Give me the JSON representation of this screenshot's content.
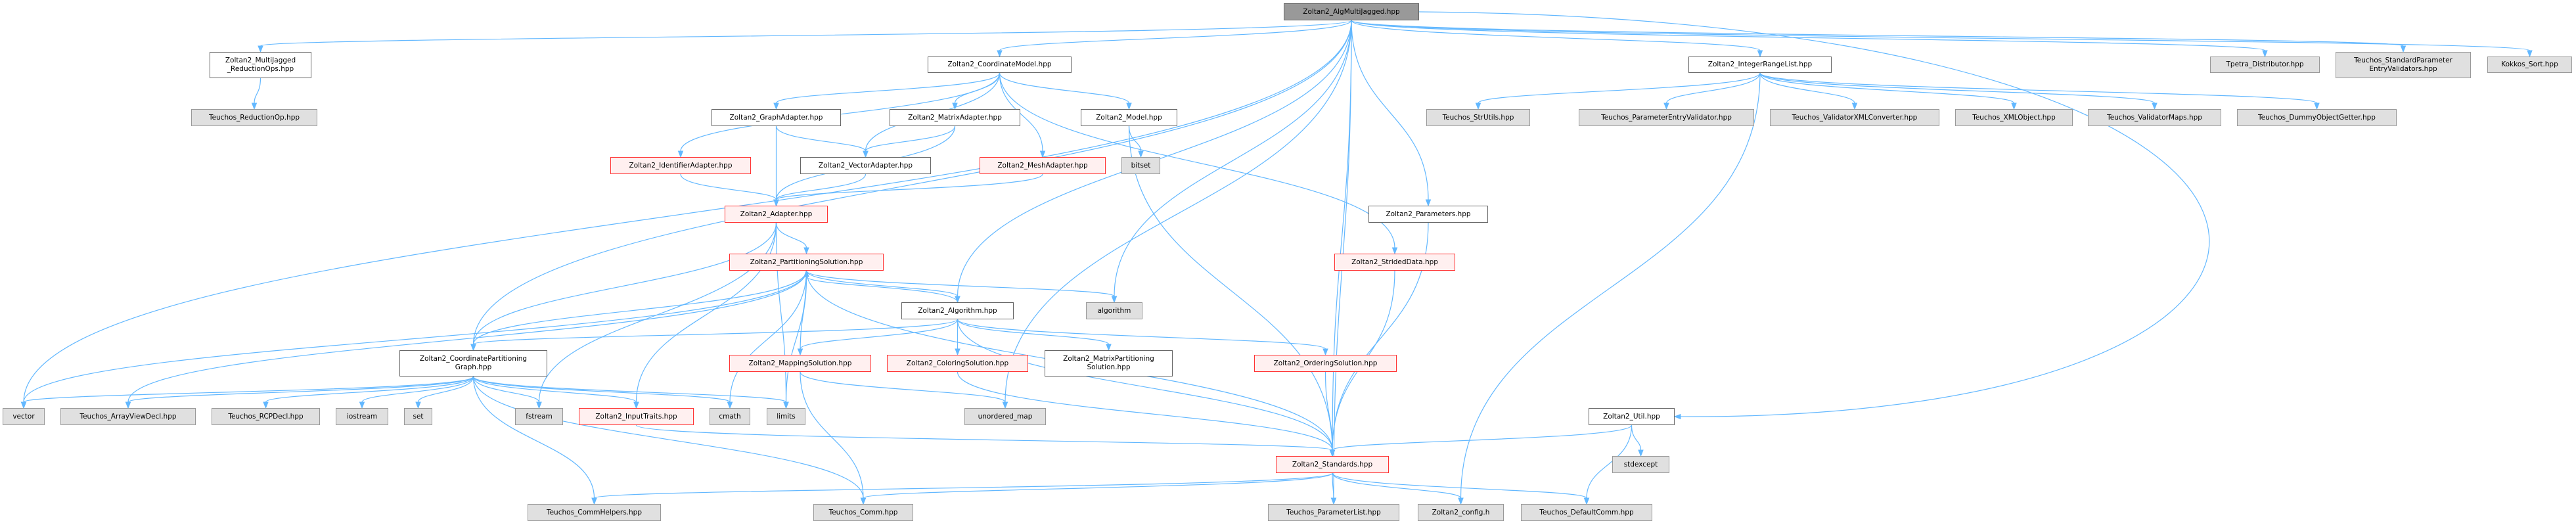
{
  "colors": {
    "edge": "#63b8ff",
    "root_fill": "#999999",
    "red_border": "#ff3333",
    "external_fill": "#e0e0e0"
  },
  "nodes": [
    {
      "id": "root",
      "label": "Zoltan2_AlgMultiJagged.hpp",
      "kind": "root"
    },
    {
      "id": "reductionOps",
      "label": "Zoltan2_MultiJagged\n_ReductionOps.hpp",
      "kind": "plain"
    },
    {
      "id": "reductionOp",
      "label": "Teuchos_ReductionOp.hpp",
      "kind": "ext"
    },
    {
      "id": "coordModel",
      "label": "Zoltan2_CoordinateModel.hpp",
      "kind": "plain"
    },
    {
      "id": "integerRange",
      "label": "Zoltan2_IntegerRangeList.hpp",
      "kind": "plain"
    },
    {
      "id": "tpetra",
      "label": "Tpetra_Distributor.hpp",
      "kind": "ext"
    },
    {
      "id": "stdParam",
      "label": "Teuchos_StandardParameter\nEntryValidators.hpp",
      "kind": "ext"
    },
    {
      "id": "kokkos",
      "label": "Kokkos_Sort.hpp",
      "kind": "ext"
    },
    {
      "id": "graphAdapter",
      "label": "Zoltan2_GraphAdapter.hpp",
      "kind": "plain"
    },
    {
      "id": "matrixAdapter",
      "label": "Zoltan2_MatrixAdapter.hpp",
      "kind": "plain"
    },
    {
      "id": "model",
      "label": "Zoltan2_Model.hpp",
      "kind": "plain"
    },
    {
      "id": "strUtils",
      "label": "Teuchos_StrUtils.hpp",
      "kind": "ext"
    },
    {
      "id": "paramEntryValidator",
      "label": "Teuchos_ParameterEntryValidator.hpp",
      "kind": "ext"
    },
    {
      "id": "validatorXML",
      "label": "Teuchos_ValidatorXMLConverter.hpp",
      "kind": "ext"
    },
    {
      "id": "xmlObject",
      "label": "Teuchos_XMLObject.hpp",
      "kind": "ext"
    },
    {
      "id": "validatorMaps",
      "label": "Teuchos_ValidatorMaps.hpp",
      "kind": "ext"
    },
    {
      "id": "dummy",
      "label": "Teuchos_DummyObjectGetter.hpp",
      "kind": "ext"
    },
    {
      "id": "identifier",
      "label": "Zoltan2_IdentifierAdapter.hpp",
      "kind": "red"
    },
    {
      "id": "vectorAdapter",
      "label": "Zoltan2_VectorAdapter.hpp",
      "kind": "plain"
    },
    {
      "id": "meshAdapter",
      "label": "Zoltan2_MeshAdapter.hpp",
      "kind": "red"
    },
    {
      "id": "bitset",
      "label": "bitset",
      "kind": "ext"
    },
    {
      "id": "adapter",
      "label": "Zoltan2_Adapter.hpp",
      "kind": "red"
    },
    {
      "id": "parameters",
      "label": "Zoltan2_Parameters.hpp",
      "kind": "plain"
    },
    {
      "id": "partSol",
      "label": "Zoltan2_PartitioningSolution.hpp",
      "kind": "red"
    },
    {
      "id": "stridedData",
      "label": "Zoltan2_StridedData.hpp",
      "kind": "red"
    },
    {
      "id": "algorithmStd",
      "label": "algorithm",
      "kind": "ext"
    },
    {
      "id": "algorithmHpp",
      "label": "Zoltan2_Algorithm.hpp",
      "kind": "plain"
    },
    {
      "id": "coordPartGraph",
      "label": "Zoltan2_CoordinatePartitioning\nGraph.hpp",
      "kind": "plain"
    },
    {
      "id": "mapping",
      "label": "Zoltan2_MappingSolution.hpp",
      "kind": "red"
    },
    {
      "id": "coloring",
      "label": "Zoltan2_ColoringSolution.hpp",
      "kind": "red"
    },
    {
      "id": "matrixPart",
      "label": "Zoltan2_MatrixPartitioning\nSolution.hpp",
      "kind": "plain"
    },
    {
      "id": "ordering",
      "label": "Zoltan2_OrderingSolution.hpp",
      "kind": "red"
    },
    {
      "id": "vector",
      "label": "vector",
      "kind": "ext"
    },
    {
      "id": "arrayView",
      "label": "Teuchos_ArrayViewDecl.hpp",
      "kind": "ext"
    },
    {
      "id": "rcp",
      "label": "Teuchos_RCPDecl.hpp",
      "kind": "ext"
    },
    {
      "id": "iostream",
      "label": "iostream",
      "kind": "ext"
    },
    {
      "id": "set",
      "label": "set",
      "kind": "ext"
    },
    {
      "id": "fstream",
      "label": "fstream",
      "kind": "ext"
    },
    {
      "id": "inputTraits",
      "label": "Zoltan2_InputTraits.hpp",
      "kind": "red"
    },
    {
      "id": "cmath",
      "label": "cmath",
      "kind": "ext"
    },
    {
      "id": "limits",
      "label": "limits",
      "kind": "ext"
    },
    {
      "id": "unorderedMap",
      "label": "unordered_map",
      "kind": "ext"
    },
    {
      "id": "util",
      "label": "Zoltan2_Util.hpp",
      "kind": "plain"
    },
    {
      "id": "standards",
      "label": "Zoltan2_Standards.hpp",
      "kind": "red"
    },
    {
      "id": "stdexcept",
      "label": "stdexcept",
      "kind": "ext"
    },
    {
      "id": "commHelpers",
      "label": "Teuchos_CommHelpers.hpp",
      "kind": "ext"
    },
    {
      "id": "teuchosComm",
      "label": "Teuchos_Comm.hpp",
      "kind": "ext"
    },
    {
      "id": "paramList",
      "label": "Teuchos_ParameterList.hpp",
      "kind": "ext"
    },
    {
      "id": "config",
      "label": "Zoltan2_config.h",
      "kind": "ext"
    },
    {
      "id": "defaultComm",
      "label": "Teuchos_DefaultComm.hpp",
      "kind": "ext"
    }
  ],
  "edges": [
    [
      "root",
      "reductionOps"
    ],
    [
      "root",
      "coordPartGraph"
    ],
    [
      "root",
      "vector"
    ],
    [
      "root",
      "coordModel"
    ],
    [
      "root",
      "algorithmHpp"
    ],
    [
      "root",
      "algorithmStd"
    ],
    [
      "root",
      "parameters"
    ],
    [
      "root",
      "standards"
    ],
    [
      "root",
      "unorderedMap"
    ],
    [
      "root",
      "paramList"
    ],
    [
      "root",
      "integerRange"
    ],
    [
      "root",
      "util"
    ],
    [
      "root",
      "tpetra"
    ],
    [
      "root",
      "stdParam"
    ],
    [
      "root",
      "kokkos"
    ],
    [
      "reductionOps",
      "reductionOp"
    ],
    [
      "coordModel",
      "identifier"
    ],
    [
      "coordModel",
      "graphAdapter"
    ],
    [
      "coordModel",
      "vectorAdapter"
    ],
    [
      "coordModel",
      "matrixAdapter"
    ],
    [
      "coordModel",
      "meshAdapter"
    ],
    [
      "coordModel",
      "model"
    ],
    [
      "coordModel",
      "stridedData"
    ],
    [
      "graphAdapter",
      "adapter"
    ],
    [
      "graphAdapter",
      "vectorAdapter"
    ],
    [
      "matrixAdapter",
      "vectorAdapter"
    ],
    [
      "matrixAdapter",
      "adapter"
    ],
    [
      "identifier",
      "adapter"
    ],
    [
      "vectorAdapter",
      "adapter"
    ],
    [
      "meshAdapter",
      "adapter"
    ],
    [
      "model",
      "bitset"
    ],
    [
      "model",
      "standards"
    ],
    [
      "adapter",
      "partSol"
    ],
    [
      "adapter",
      "inputTraits"
    ],
    [
      "adapter",
      "fstream"
    ],
    [
      "adapter",
      "limits"
    ],
    [
      "adapter",
      "coordPartGraph"
    ],
    [
      "partSol",
      "algorithmHpp"
    ],
    [
      "partSol",
      "algorithmStd"
    ],
    [
      "partSol",
      "coordPartGraph"
    ],
    [
      "partSol",
      "vector"
    ],
    [
      "partSol",
      "arrayView"
    ],
    [
      "partSol",
      "cmath"
    ],
    [
      "partSol",
      "limits"
    ],
    [
      "partSol",
      "standards"
    ],
    [
      "algorithmHpp",
      "partSol"
    ],
    [
      "algorithmHpp",
      "coordPartGraph"
    ],
    [
      "algorithmHpp",
      "mapping"
    ],
    [
      "algorithmHpp",
      "coloring"
    ],
    [
      "algorithmHpp",
      "matrixPart"
    ],
    [
      "algorithmHpp",
      "ordering"
    ],
    [
      "algorithmHpp",
      "standards"
    ],
    [
      "mapping",
      "partSol"
    ],
    [
      "mapping",
      "unorderedMap"
    ],
    [
      "mapping",
      "teuchosComm"
    ],
    [
      "coloring",
      "standards"
    ],
    [
      "ordering",
      "standards"
    ],
    [
      "coordPartGraph",
      "vector"
    ],
    [
      "coordPartGraph",
      "arrayView"
    ],
    [
      "coordPartGraph",
      "rcp"
    ],
    [
      "coordPartGraph",
      "iostream"
    ],
    [
      "coordPartGraph",
      "set"
    ],
    [
      "coordPartGraph",
      "fstream"
    ],
    [
      "coordPartGraph",
      "inputTraits"
    ],
    [
      "coordPartGraph",
      "cmath"
    ],
    [
      "coordPartGraph",
      "limits"
    ],
    [
      "coordPartGraph",
      "commHelpers"
    ],
    [
      "coordPartGraph",
      "teuchosComm"
    ],
    [
      "inputTraits",
      "standards"
    ],
    [
      "stridedData",
      "standards"
    ],
    [
      "parameters",
      "standards"
    ],
    [
      "standards",
      "commHelpers"
    ],
    [
      "standards",
      "teuchosComm"
    ],
    [
      "standards",
      "paramList"
    ],
    [
      "standards",
      "config"
    ],
    [
      "standards",
      "defaultComm"
    ],
    [
      "util",
      "standards"
    ],
    [
      "util",
      "stdexcept"
    ],
    [
      "util",
      "defaultComm"
    ],
    [
      "integerRange",
      "strUtils"
    ],
    [
      "integerRange",
      "paramEntryValidator"
    ],
    [
      "integerRange",
      "validatorXML"
    ],
    [
      "integerRange",
      "xmlObject"
    ],
    [
      "integerRange",
      "validatorMaps"
    ],
    [
      "integerRange",
      "dummy"
    ],
    [
      "integerRange",
      "config"
    ]
  ]
}
